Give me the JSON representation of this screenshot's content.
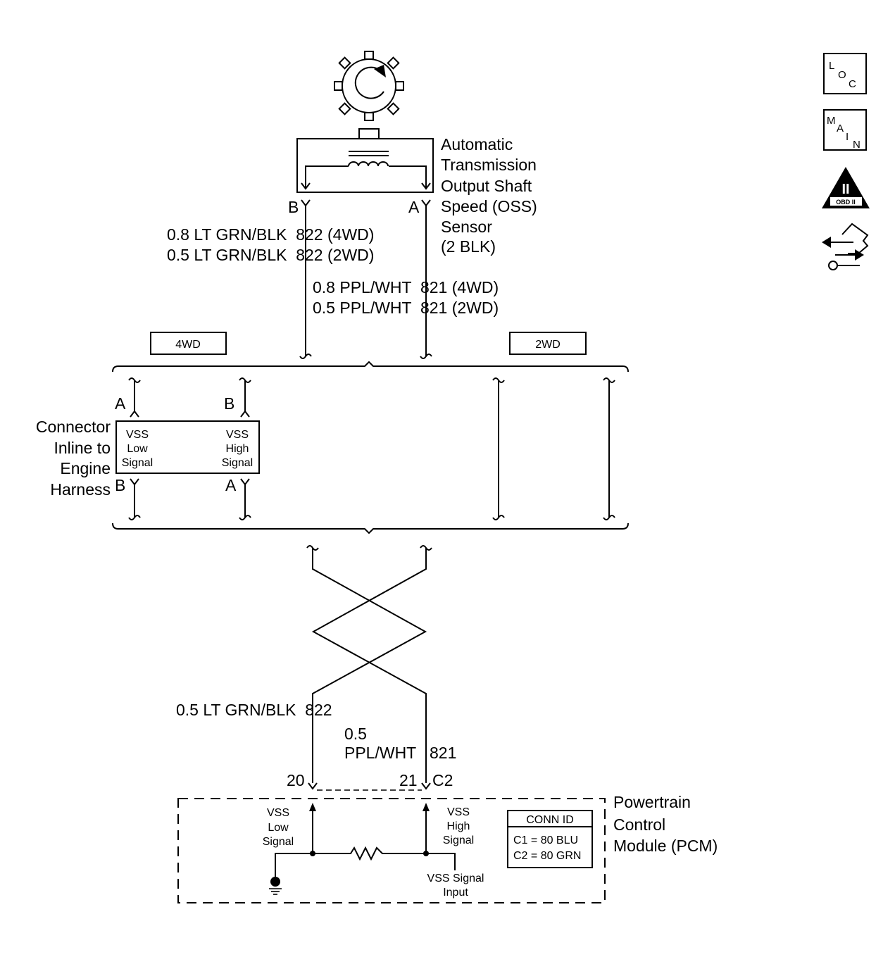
{
  "sensor": {
    "name_lines": [
      "Automatic",
      "Transmission",
      "Output Shaft",
      "Speed (OSS)",
      "Sensor",
      "(2 BLK)"
    ],
    "pin_b": "B",
    "pin_a": "A"
  },
  "wires": {
    "w822_4wd": "0.8 LT GRN/BLK  822 (4WD)",
    "w822_2wd": "0.5 LT GRN/BLK  822 (2WD)",
    "w821_4wd": "0.8 PPL/WHT  821 (4WD)",
    "w821_2wd": "0.5 PPL/WHT  821 (2WD)",
    "w822_pcm": "0.5 LT GRN/BLK  822",
    "w821_pcm_gauge": "0.5",
    "w821_pcm_color": "PPL/WHT   821"
  },
  "variants": {
    "left": "4WD",
    "right": "2WD"
  },
  "inline_connector": {
    "label_lines": [
      "Connector",
      "Inline to",
      "Engine",
      "Harness"
    ],
    "top_pin_left": "A",
    "top_pin_right": "B",
    "bottom_pin_left": "B",
    "bottom_pin_right": "A",
    "left_signal_lines": [
      "VSS",
      "Low",
      "Signal"
    ],
    "right_signal_lines": [
      "VSS",
      "High",
      "Signal"
    ]
  },
  "pcm": {
    "label_lines": [
      "Powertrain",
      "Control",
      "Module (PCM)"
    ],
    "pin_low": "20",
    "pin_high": "21",
    "connector": "C2",
    "low_signal_lines": [
      "VSS",
      "Low",
      "Signal"
    ],
    "high_signal_lines": [
      "VSS",
      "High",
      "Signal"
    ],
    "input_lines": [
      "VSS Signal",
      "Input"
    ],
    "conn_id": {
      "title": "CONN ID",
      "c1": "C1 = 80 BLU",
      "c2": "C2 = 80 GRN"
    }
  },
  "side_icons": {
    "loc": [
      "L",
      "O",
      "C"
    ],
    "main": [
      "M",
      "A",
      "I",
      "N"
    ],
    "obd_numeral": "II",
    "obd_text": "OBD II"
  }
}
